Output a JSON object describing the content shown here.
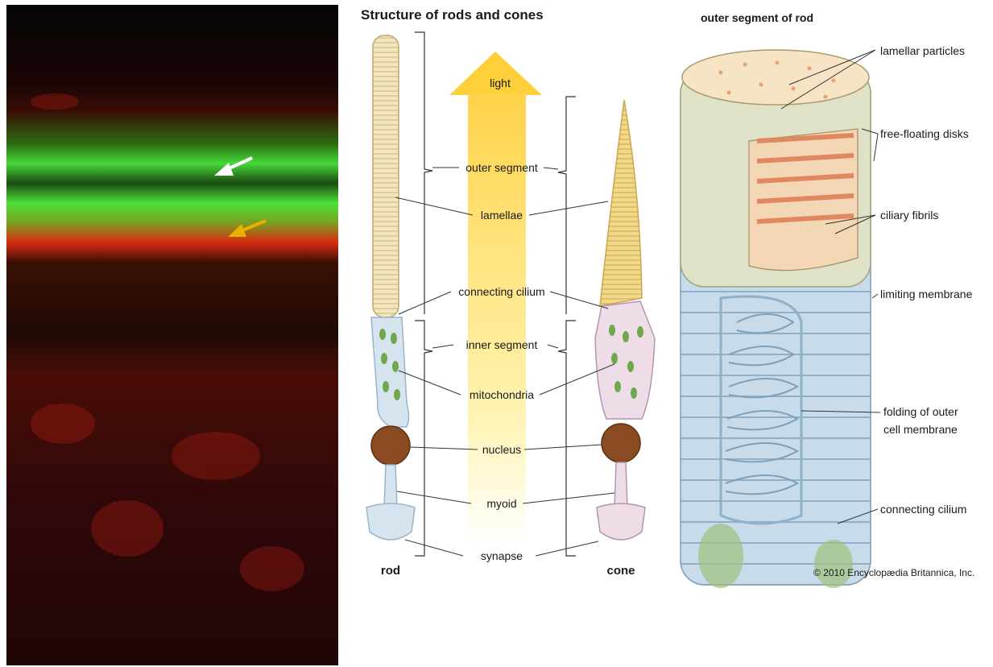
{
  "micrograph": {
    "arrows": [
      {
        "color": "#ffffff",
        "icon": "arrow-white-icon"
      },
      {
        "color": "#e8b000",
        "icon": "arrow-yellow-icon"
      }
    ],
    "colors": {
      "green": "#3fd42a",
      "red": "#d82a10",
      "background": "#050505"
    }
  },
  "diagram": {
    "title": "Structure of rods and cones",
    "inset_title": "outer segment of rod",
    "light_label": "light",
    "center_labels": {
      "outer_segment": "outer segment",
      "lamellae": "lamellae",
      "connecting_cilium": "connecting cilium",
      "inner_segment": "inner segment",
      "mitochondria": "mitochondria",
      "nucleus": "nucleus",
      "myoid": "myoid",
      "synapse": "synapse"
    },
    "rod_label": "rod",
    "cone_label": "cone",
    "inset_labels": {
      "lamellar_particles": "lamellar particles",
      "free_floating_disks": "free-floating disks",
      "ciliary_fibrils": "ciliary fibrils",
      "limiting_membrane": "limiting membrane",
      "folding_line1": "folding of outer",
      "folding_line2": "cell membrane",
      "connecting_cilium": "connecting cilium"
    },
    "credit": "© 2010 Encyclopædia Britannica, Inc.",
    "colors": {
      "rod_outer": "#efe2b6",
      "cone_outer": "#f2d98a",
      "inner": "#d6e4ef",
      "light": "#ffd94a",
      "membrane": "#b8d0e2",
      "nucleus": "#8a4a22",
      "mitochondria": "#6fa84a",
      "disks": "#e08860"
    }
  }
}
